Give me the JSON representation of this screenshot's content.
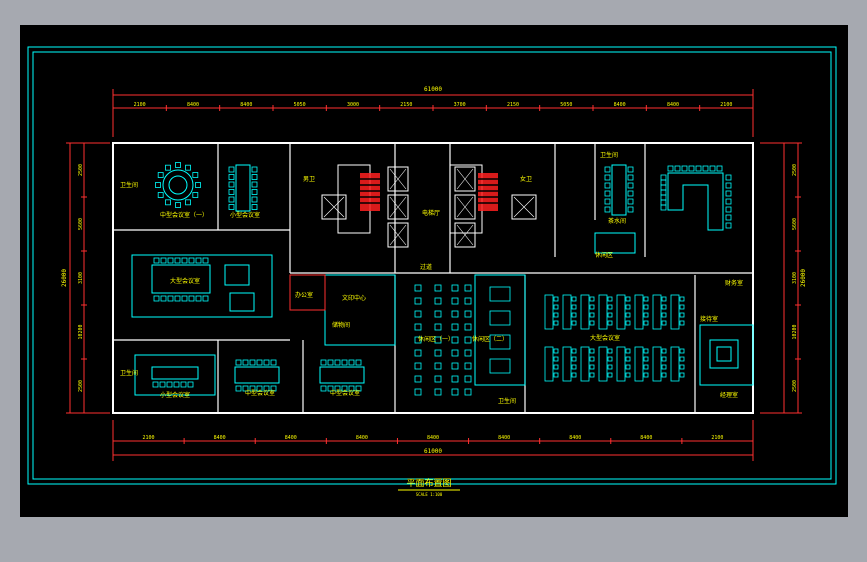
{
  "drawing": {
    "title": "平面布置图",
    "subtitle": "SCALE 1:100"
  },
  "dimensions": {
    "overall_width": "61000",
    "overall_height": "26000",
    "top_segments": [
      "2100",
      "8400",
      "8400",
      "5050",
      "3000",
      "2150",
      "3700",
      "2150",
      "5050",
      "8400",
      "8400",
      "2100"
    ],
    "bottom_segments": [
      "2100",
      "8400",
      "8400",
      "8400",
      "8400",
      "8400",
      "8400",
      "8400",
      "2100"
    ],
    "left_segments": [
      "2500",
      "5600",
      "3100",
      "10200",
      "2500"
    ],
    "right_segments": [
      "2500",
      "5600",
      "3100",
      "10200",
      "2500"
    ]
  },
  "rooms": {
    "meeting_tl": "中型会议室（一）",
    "meeting_ctl": "小型会议室",
    "restroom_l": "卫生间",
    "toilet_a": "男卫",
    "toilet_b": "女卫",
    "elevator": "电梯厅",
    "corridor": "过道",
    "meeting_large": "大型会议室",
    "office_small": "办公室",
    "print": "文印中心",
    "storage": "储物间",
    "restroom_tr": "卫生间",
    "pantry": "茶水间",
    "lounge": "休闲区",
    "restroom_bl": "卫生间",
    "meeting_bl": "小型会议室",
    "meeting_b1": "中型会议室",
    "meeting_b2": "中型会议室",
    "work1": "休闲区（一）",
    "work2": "休闲区（二）",
    "restroom_bc": "卫生间",
    "open_office": "大型会议室",
    "reception": "接待室",
    "manager": "经理室",
    "finance": "财务室"
  }
}
